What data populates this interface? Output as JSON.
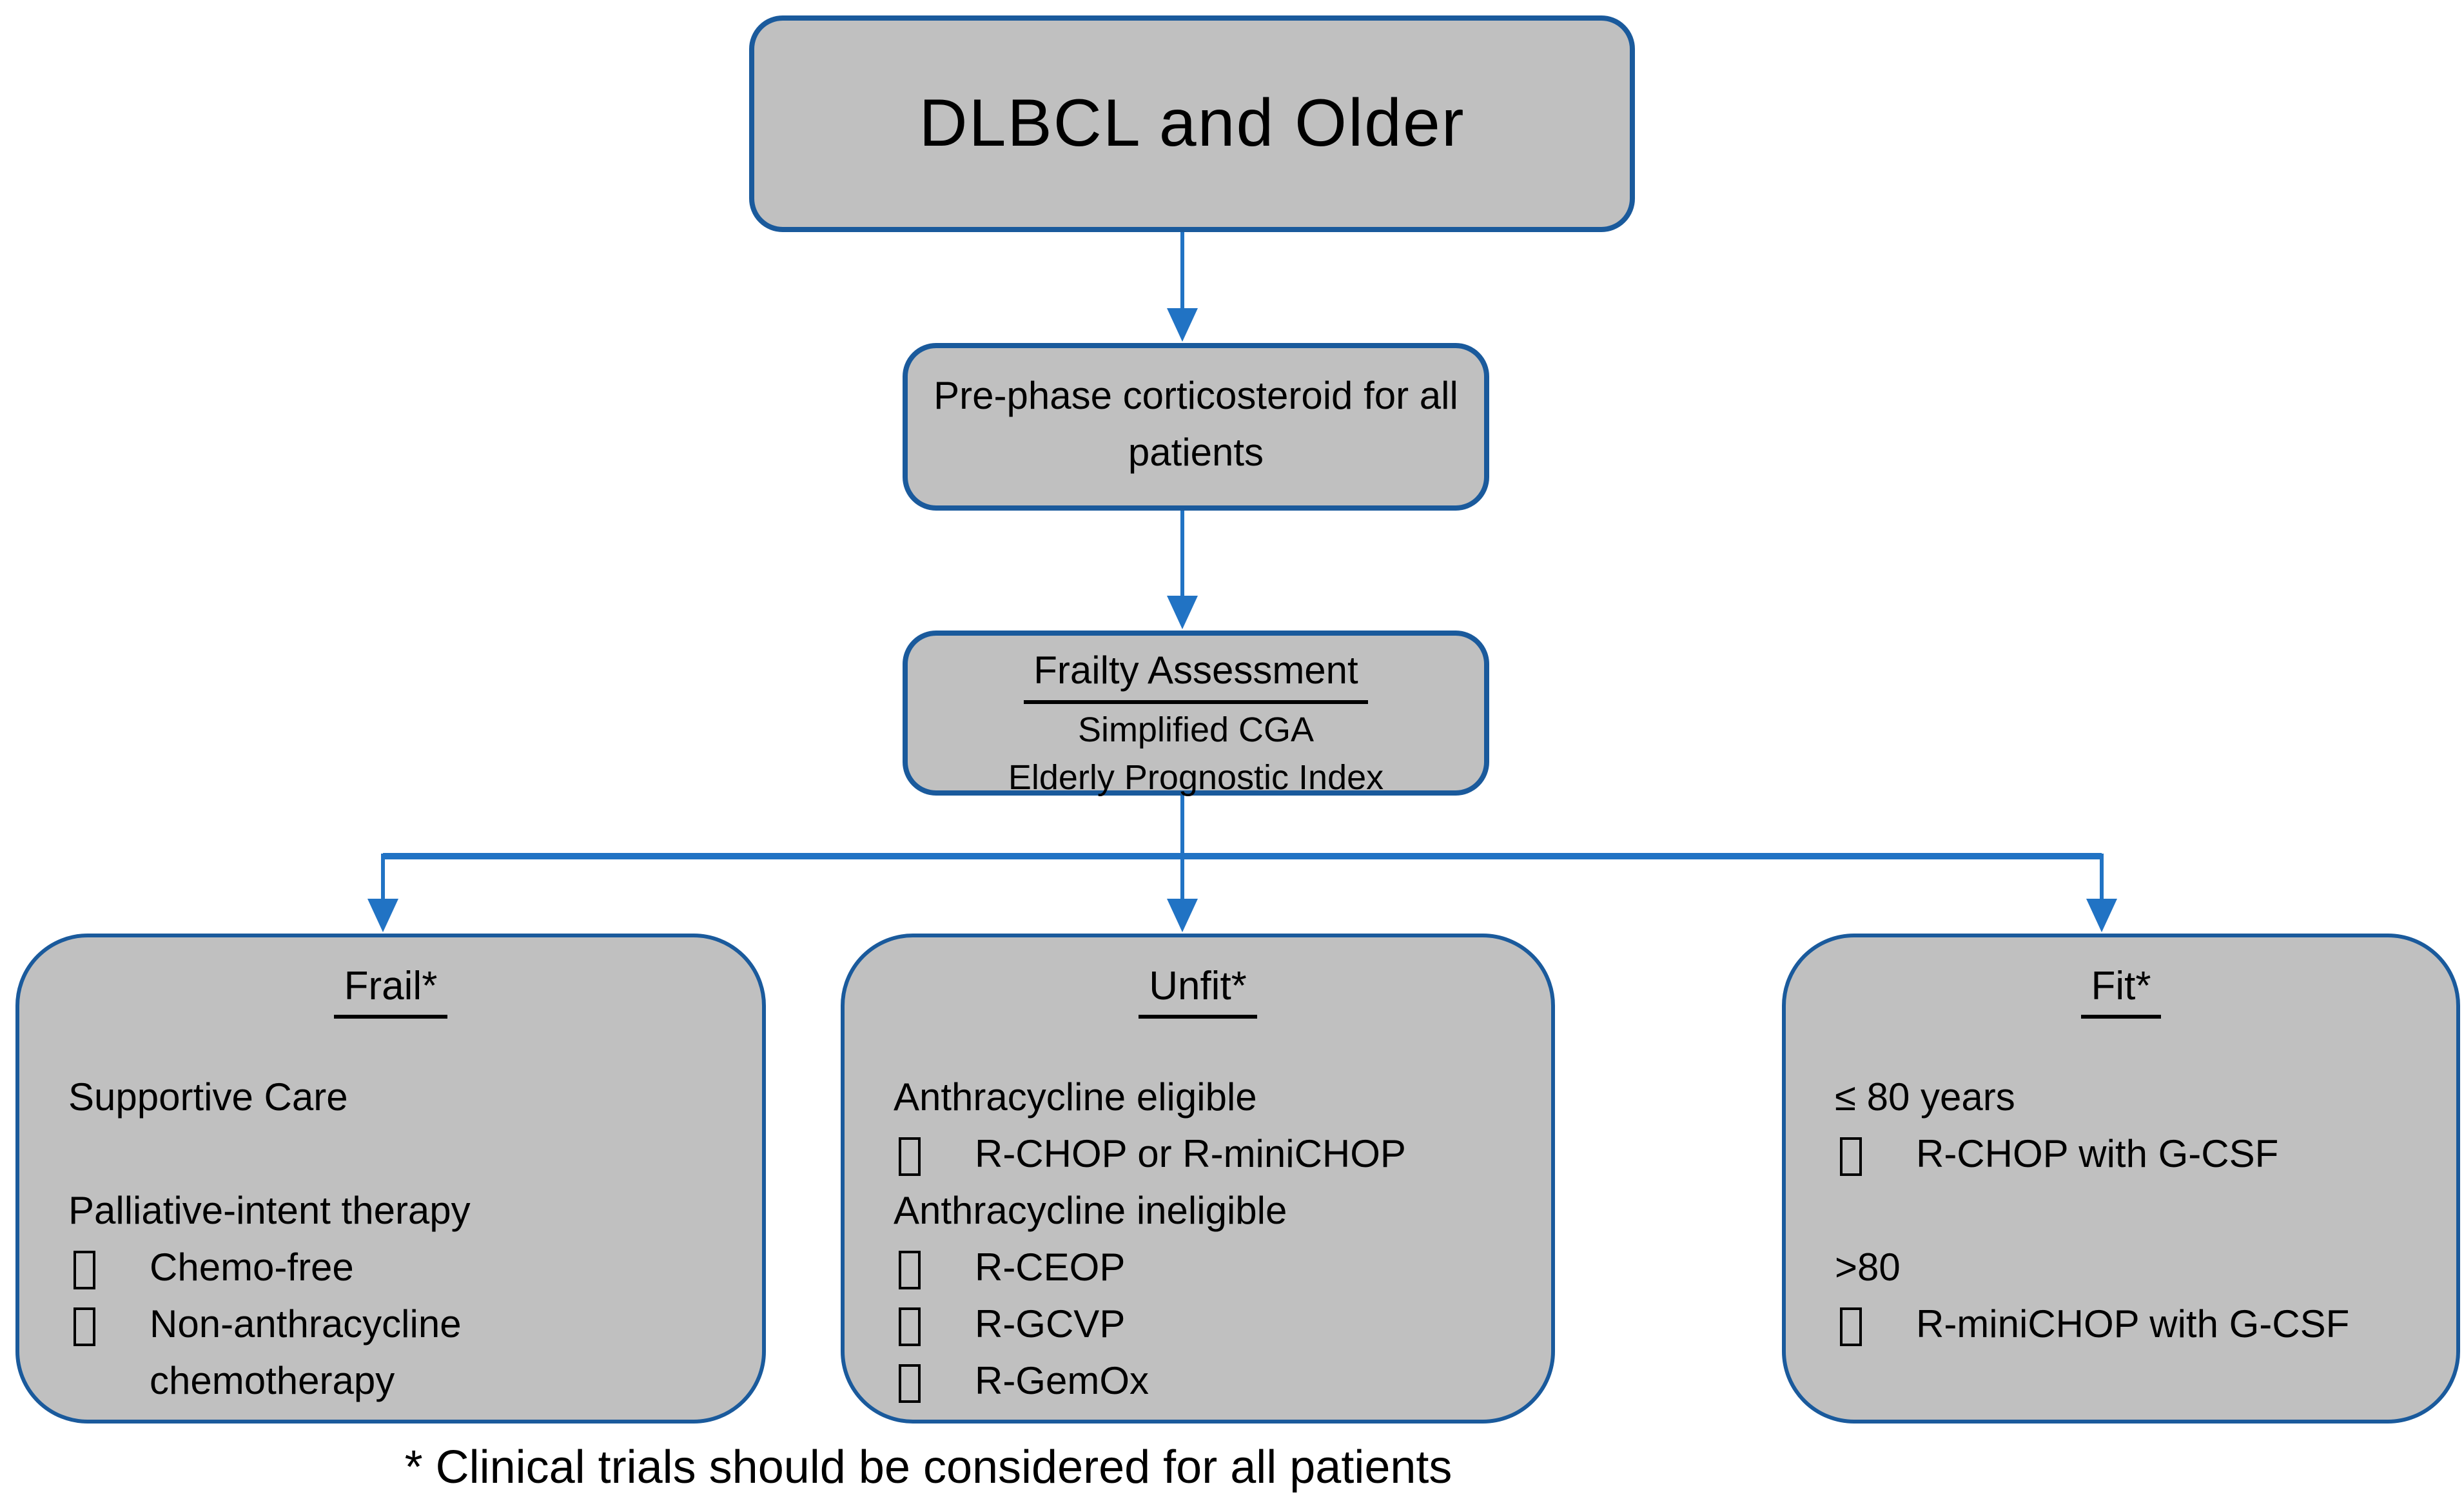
{
  "flowchart": {
    "root": {
      "label": "DLBCL and Older"
    },
    "prephase": {
      "lines": [
        "Pre-phase corticosteroid for all",
        "patients"
      ]
    },
    "frailty": {
      "title": "Frailty Assessment",
      "lines": [
        "Simplified CGA",
        "Elderly Prognostic Index"
      ]
    },
    "branches": [
      {
        "title": "Frail*",
        "items": [
          {
            "kind": "text",
            "text": "Supportive Care"
          },
          {
            "kind": "spacer",
            "text": ""
          },
          {
            "kind": "text",
            "text": "Palliative-intent therapy"
          },
          {
            "kind": "bullet",
            "text": "Chemo-free"
          },
          {
            "kind": "bullet",
            "text": "Non-anthracycline chemotherapy"
          }
        ]
      },
      {
        "title": "Unfit*",
        "items": [
          {
            "kind": "text",
            "text": "Anthracycline eligible"
          },
          {
            "kind": "bullet",
            "text": "R-CHOP or R-miniCHOP"
          },
          {
            "kind": "text",
            "text": "Anthracycline ineligible"
          },
          {
            "kind": "bullet",
            "text": "R-CEOP"
          },
          {
            "kind": "bullet",
            "text": "R-GCVP"
          },
          {
            "kind": "bullet",
            "text": "R-GemOx"
          }
        ]
      },
      {
        "title": "Fit*",
        "items": [
          {
            "kind": "text",
            "text": "≤ 80 years"
          },
          {
            "kind": "bullet",
            "text": "R-CHOP with G-CSF"
          },
          {
            "kind": "spacer",
            "text": ""
          },
          {
            "kind": "text",
            "text": ">80"
          },
          {
            "kind": "bullet",
            "text": "R-miniCHOP with G-CSF"
          }
        ]
      }
    ],
    "footnote": "* Clinical trials should be considered for all patients",
    "colors": {
      "canvas_bg": "#FFFFFF",
      "box_fill": "#C0C0C0",
      "box_border": "#1A5A9C",
      "connector": "#2173C4",
      "text_color": "#000000"
    }
  }
}
